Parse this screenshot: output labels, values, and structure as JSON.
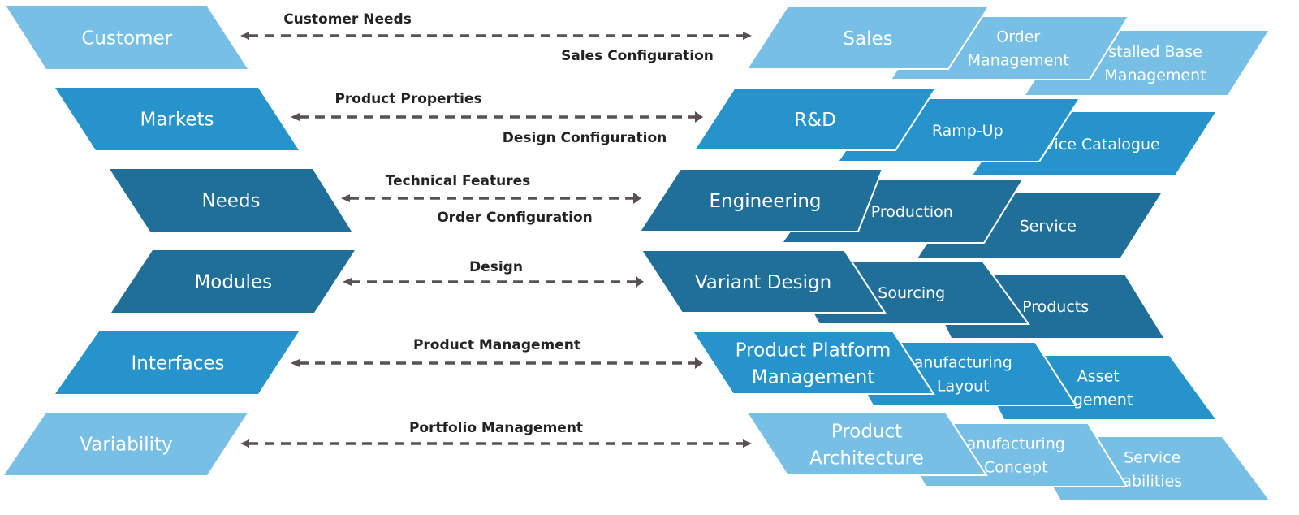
{
  "colors": {
    "light": "#77bfe5",
    "medium": "#2694cb",
    "dark": "#1f6f98",
    "arrow": "#5a5054",
    "label": "#222222",
    "border": "#ffffff"
  },
  "left_column": [
    {
      "label": "Customer",
      "shade": "light"
    },
    {
      "label": "Markets",
      "shade": "medium"
    },
    {
      "label": "Needs",
      "shade": "dark"
    },
    {
      "label": "Modules",
      "shade": "dark"
    },
    {
      "label": "Interfaces",
      "shade": "medium"
    },
    {
      "label": "Variability",
      "shade": "light"
    }
  ],
  "connections": [
    {
      "label_above": "Customer Needs",
      "label_below": "Sales Configuration",
      "arrow_style": "line-head"
    },
    {
      "label_above": "Product Properties",
      "label_below": "Design Configuration",
      "arrow_style": "triangle-head"
    },
    {
      "label_above": "Technical Features",
      "label_below": "Order Configuration",
      "arrow_style": "triangle-head"
    },
    {
      "label_above": "Design",
      "label_below": "",
      "arrow_style": "triangle-head"
    },
    {
      "label_above": "Product Management",
      "label_below": "",
      "arrow_style": "triangle-head"
    },
    {
      "label_above": "Portfolio Management",
      "label_below": "",
      "arrow_style": "line-head"
    }
  ],
  "right_rows": [
    {
      "shade": "light",
      "items": [
        [
          "Sales"
        ],
        [
          "Order",
          "Management"
        ],
        [
          "stalled Base",
          "Management"
        ]
      ]
    },
    {
      "shade": "medium",
      "items": [
        [
          "R&D"
        ],
        [
          "Ramp-Up"
        ],
        [
          "vice Catalogue"
        ]
      ]
    },
    {
      "shade": "dark",
      "items": [
        [
          "Engineering"
        ],
        [
          "Production"
        ],
        [
          "Service"
        ]
      ]
    },
    {
      "shade": "dark",
      "items": [
        [
          "Variant Design"
        ],
        [
          "Sourcing"
        ],
        [
          "e Products"
        ]
      ]
    },
    {
      "shade": "medium",
      "items": [
        [
          "Product Platform",
          "Management"
        ],
        [
          "anufacturing",
          "Layout"
        ],
        [
          "Asset",
          "agement"
        ]
      ]
    },
    {
      "shade": "light",
      "items": [
        [
          "Product",
          "Architecture"
        ],
        [
          "anufacturing",
          "Concept"
        ],
        [
          "Service",
          "abilities"
        ]
      ]
    }
  ]
}
